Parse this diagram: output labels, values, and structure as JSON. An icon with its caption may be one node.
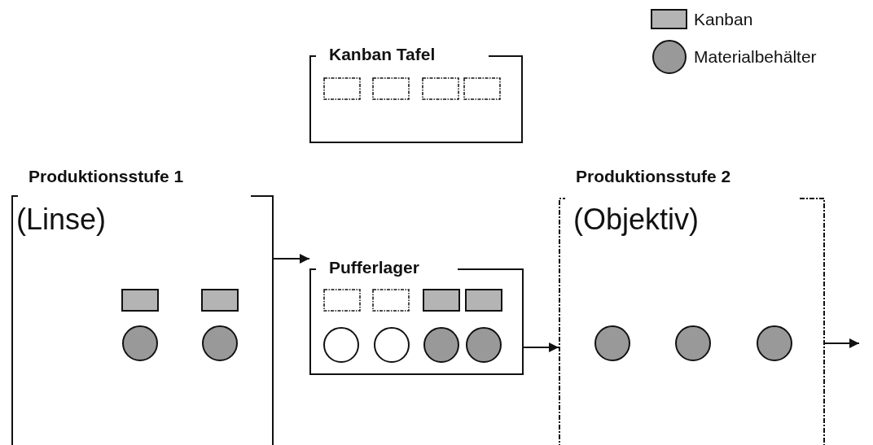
{
  "diagram": {
    "nodes": [
      {
        "text": [
          "Kanban Tafel"
        ]
      },
      {
        "text": [
          "Produktionsstufe 1",
          "(Linse)"
        ]
      },
      {
        "text": [
          "Pufferlager"
        ]
      },
      {
        "text": [
          "Produktionsstufe 2",
          "(Objektiv)"
        ]
      }
    ],
    "edges": [
      {
        "from": 1,
        "to": 2,
        "arrow": "to"
      },
      {
        "from": 2,
        "to": 3,
        "arrow": "to"
      },
      {
        "from": 3,
        "to": null,
        "arrow": "to"
      }
    ],
    "legend": [
      {
        "text": "Kanban",
        "color": "#b4b4b4"
      },
      {
        "text": "Materialbehälter",
        "color": "#999999"
      }
    ]
  }
}
